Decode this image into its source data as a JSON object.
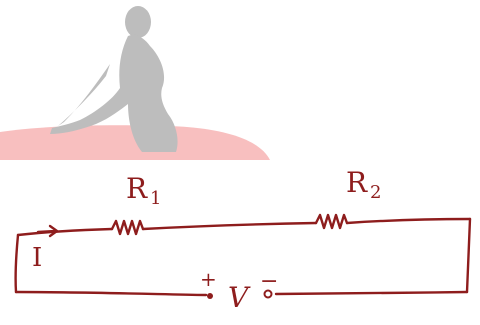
{
  "colors": {
    "ink": "#8e1d1d",
    "watermark_figure": "#bdbdbd",
    "watermark_arc": "#f39c9c"
  },
  "watermark": {
    "kind": "kneeling-figure-silhouette-with-arc"
  },
  "circuit": {
    "resistor_1_label": "R",
    "resistor_1_sub": "1",
    "resistor_2_label": "R",
    "resistor_2_sub": "2",
    "current_label": "I",
    "voltage_label": "V",
    "plus_sign": "+",
    "minus_sign": "−"
  }
}
